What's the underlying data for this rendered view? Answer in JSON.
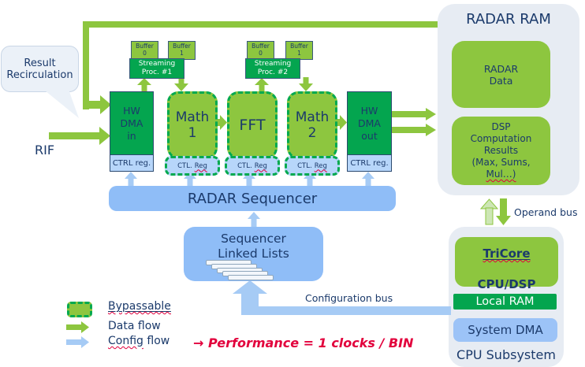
{
  "colors": {
    "dark_green": "#04A54F",
    "light_green": "#8DC63F",
    "pale_green": "#CDE6B5",
    "bar_blue": "#8FBDF7",
    "reg_blue": "#B7D6FA",
    "arrow_blue": "#A6CBF5",
    "container_gray": "#E7ECF3",
    "navy_text": "#1B3A6B",
    "red": "#E2003C"
  },
  "callout": {
    "text": "Result\nRecirculation"
  },
  "rif": {
    "label": "RIF"
  },
  "streaming_processors": [
    {
      "name": "Streaming\nProc. #1",
      "buffers": [
        "Buffer\n0",
        "Buffer\n1"
      ]
    },
    {
      "name": "Streaming\nProc. #2",
      "buffers": [
        "Buffer\n0",
        "Buffer\n1"
      ]
    }
  ],
  "pipeline": [
    {
      "label": "HW\nDMA\nin",
      "reg": "CTRL reg."
    },
    {
      "label": "Math\n1",
      "reg": [
        "CTL.",
        "Reg"
      ]
    },
    {
      "label": "FFT",
      "reg": [
        "CTL.",
        "Reg"
      ]
    },
    {
      "label": "Math\n2",
      "reg": [
        "CTL.",
        "Reg"
      ]
    },
    {
      "label": "HW\nDMA\nout",
      "reg": "CTRL reg."
    }
  ],
  "sequencer": {
    "label": "RADAR Sequencer"
  },
  "linked_lists": {
    "label": "Sequencer\nLinked Lists"
  },
  "radar_ram": {
    "title": "RADAR RAM",
    "data_box": "RADAR\nData",
    "dsp_box_main": "DSP\nComputation\nResults\n(Max, Sums,",
    "dsp_box_last": "Mul…)"
  },
  "cpu_subsystem": {
    "title": "CPU Subsystem",
    "tricore_name": "TriCore",
    "tricore_sub": "CPU/DSP",
    "local_ram": "Local RAM",
    "system_dma": "System DMA"
  },
  "buses": {
    "operand": "Operand bus",
    "configuration": "Configuration bus"
  },
  "legend": {
    "bypassable": "Bypassable",
    "data_flow": "Data flow",
    "config_word": "Config",
    "config_rest": " flow"
  },
  "note": {
    "arrow": "→ ",
    "text": "Performance = 1 clocks / BIN"
  }
}
